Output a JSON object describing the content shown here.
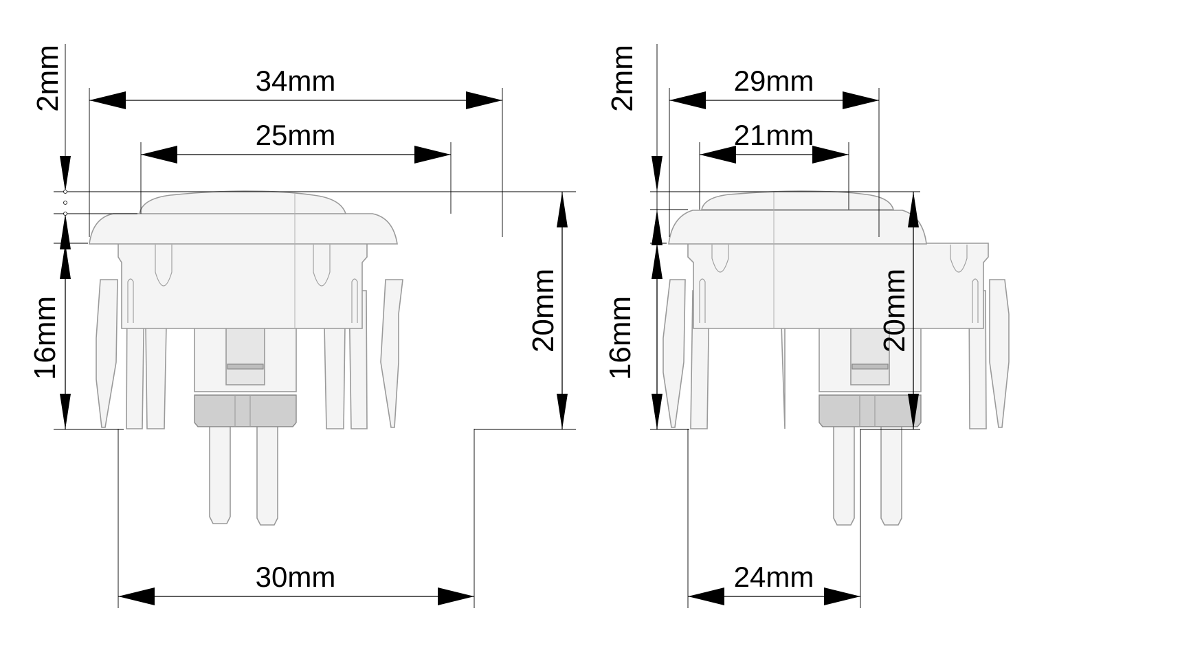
{
  "drawing": {
    "subject": "Arcade push button side views with dimensions",
    "units": "mm"
  },
  "views": [
    {
      "name": "large-button",
      "dims": {
        "bezel_width": "34mm",
        "plunger_width": "25mm",
        "body_width": "30mm",
        "plunger_height": "2mm",
        "body_height": "16mm",
        "total_height": "20mm"
      }
    },
    {
      "name": "small-button",
      "dims": {
        "bezel_width": "29mm",
        "plunger_width": "21mm",
        "body_width": "24mm",
        "plunger_height": "2mm",
        "body_height": "16mm",
        "total_height": "20mm"
      }
    }
  ],
  "colors": {
    "line": "#000000",
    "part_fill": "#f4f4f4",
    "part_outline": "#9a9a9a",
    "background": "#ffffff"
  }
}
